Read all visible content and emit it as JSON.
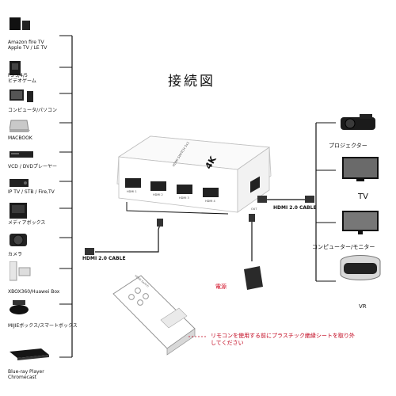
{
  "title": "接続図",
  "sources": [
    {
      "label": "Amazon fire TV\nApple TV / LE TV",
      "icon": "firetv-icon"
    },
    {
      "label": "PS 3/4/5\nビデオゲーム",
      "icon": "game-console-icon"
    },
    {
      "label": "コンピュータ/パソコン",
      "icon": "desktop-computer-icon"
    },
    {
      "label": "MACBOOK",
      "icon": "laptop-icon"
    },
    {
      "label": "VCD / DVDプレーヤー",
      "icon": "dvd-player-icon"
    },
    {
      "label": "IP TV / STB / Fire,TV",
      "icon": "set-top-box-icon"
    },
    {
      "label": "メディアボックス",
      "icon": "media-box-icon"
    },
    {
      "label": "カメラ",
      "icon": "camera-icon"
    },
    {
      "label": "XBOX360/Huawei Box",
      "icon": "xbox-icon"
    },
    {
      "label": "MIJIEボックス/スマートボックス",
      "icon": "smart-box-icon"
    },
    {
      "label": "Blue-ray Player\nChromecast",
      "icon": "bluray-player-icon"
    }
  ],
  "outputs": [
    {
      "label": "プロジェクター",
      "icon": "projector-icon"
    },
    {
      "label": "TV",
      "icon": "tv-icon"
    },
    {
      "label": "コンピューター/モニター",
      "icon": "monitor-icon"
    },
    {
      "label": "VR",
      "icon": "vr-headset-icon"
    }
  ],
  "switch": {
    "badge": "4K",
    "top_text": "HDMI SWITCH 5x1",
    "ports": [
      "HDMI 1",
      "HDMI 2",
      "HDMI 3",
      "HDMI 4"
    ],
    "out_port": "OUT"
  },
  "cables": {
    "input": "HDMI 2.0 CABLE",
    "output": "HDMI 2.0 CABLE"
  },
  "power_label": "電源",
  "remote": {
    "label": "HDMI Switch"
  },
  "note": "リモコンを使用する前にプラスチック絶縁シートを取り外\nしてください",
  "colors": {
    "note": "#c0001a",
    "power": "#d0021b",
    "line": "#111111"
  }
}
